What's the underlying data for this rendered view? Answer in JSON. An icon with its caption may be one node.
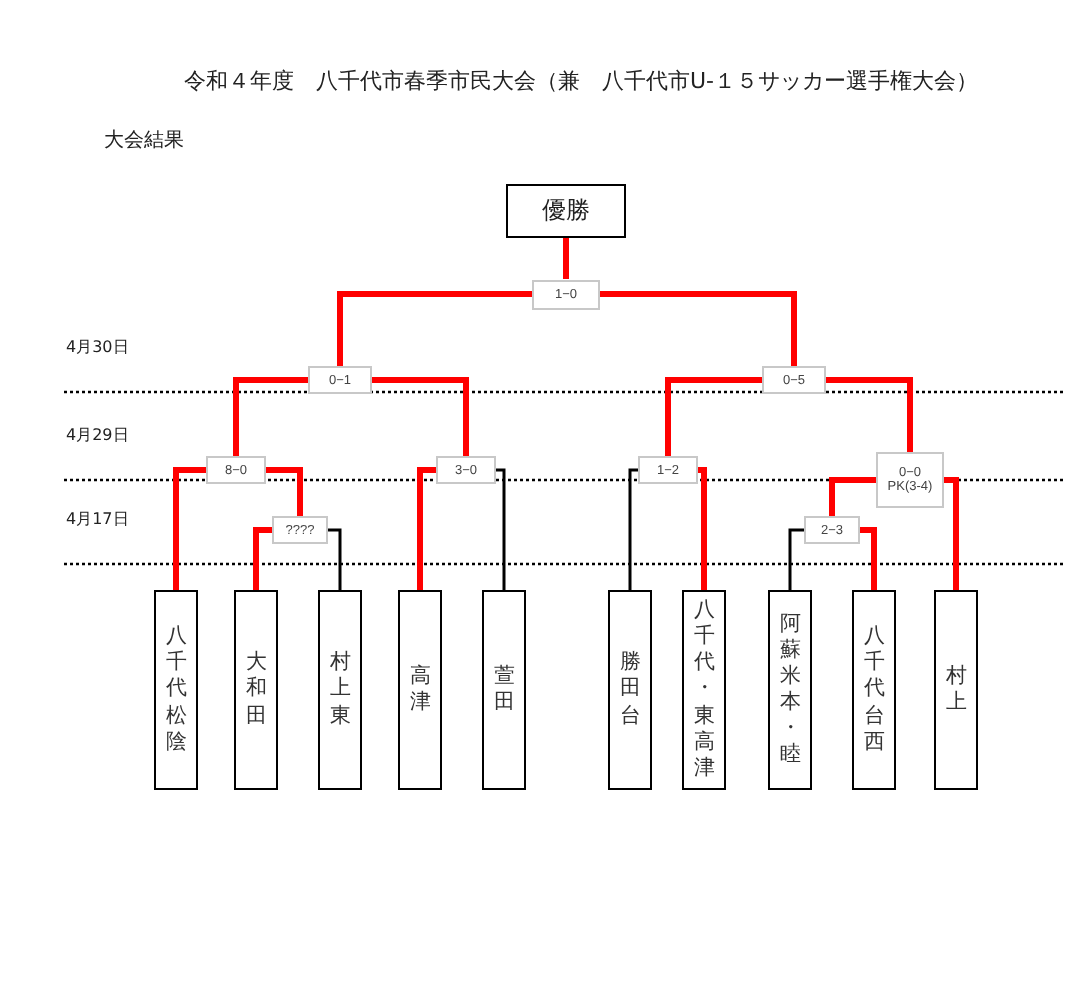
{
  "diagram": {
    "title": "令和４年度　八千代市春季市民大会（兼　八千代市U-１５サッカー選手権大会）",
    "nodes": [
      {
        "text": [
          "優勝"
        ]
      },
      {
        "text": [
          "1−0"
        ]
      },
      {
        "text": [
          "0−1"
        ]
      },
      {
        "text": [
          "0−5"
        ]
      },
      {
        "text": [
          "8−0"
        ]
      },
      {
        "text": [
          "3−0"
        ]
      },
      {
        "text": [
          "1−2"
        ]
      },
      {
        "text": [
          "0−0",
          "PK(3-4)"
        ]
      },
      {
        "text": [
          "????"
        ]
      },
      {
        "text": [
          "2−3"
        ]
      },
      {
        "text": [
          "八千代松陰"
        ]
      },
      {
        "text": [
          "大和田"
        ]
      },
      {
        "text": [
          "村上東"
        ]
      },
      {
        "text": [
          "高津"
        ]
      },
      {
        "text": [
          "萱田"
        ]
      },
      {
        "text": [
          "勝田台"
        ]
      },
      {
        "text": [
          "八千代・東高津"
        ]
      },
      {
        "text": [
          "阿蘇米本・睦"
        ]
      },
      {
        "text": [
          "八千代台西"
        ]
      },
      {
        "text": [
          "村上"
        ]
      }
    ],
    "edges": [
      {
        "from": 0,
        "to": 1,
        "arrow": "none"
      },
      {
        "from": 1,
        "to": 2,
        "arrow": "none"
      },
      {
        "from": 1,
        "to": 3,
        "arrow": "none"
      },
      {
        "from": 2,
        "to": 4,
        "arrow": "none"
      },
      {
        "from": 2,
        "to": 5,
        "arrow": "none"
      },
      {
        "from": 3,
        "to": 6,
        "arrow": "none"
      },
      {
        "from": 3,
        "to": 7,
        "arrow": "none"
      },
      {
        "from": 4,
        "to": 10,
        "arrow": "none"
      },
      {
        "from": 4,
        "to": 8,
        "arrow": "none"
      },
      {
        "from": 8,
        "to": 11,
        "arrow": "none"
      },
      {
        "from": 8,
        "to": 12,
        "arrow": "none",
        "color": "#000000"
      },
      {
        "from": 5,
        "to": 13,
        "arrow": "none"
      },
      {
        "from": 5,
        "to": 14,
        "arrow": "none",
        "color": "#000000"
      },
      {
        "from": 6,
        "to": 15,
        "arrow": "none",
        "color": "#000000"
      },
      {
        "from": 6,
        "to": 16,
        "arrow": "none"
      },
      {
        "from": 7,
        "to": 9,
        "arrow": "none"
      },
      {
        "from": 7,
        "to": 19,
        "arrow": "none"
      },
      {
        "from": 9,
        "to": 17,
        "arrow": "none",
        "color": "#000000"
      },
      {
        "from": 9,
        "to": 18,
        "arrow": "none"
      }
    ],
    "labels": [
      "大会結果",
      "4月30日",
      "4月29日",
      "4月17日"
    ]
  }
}
